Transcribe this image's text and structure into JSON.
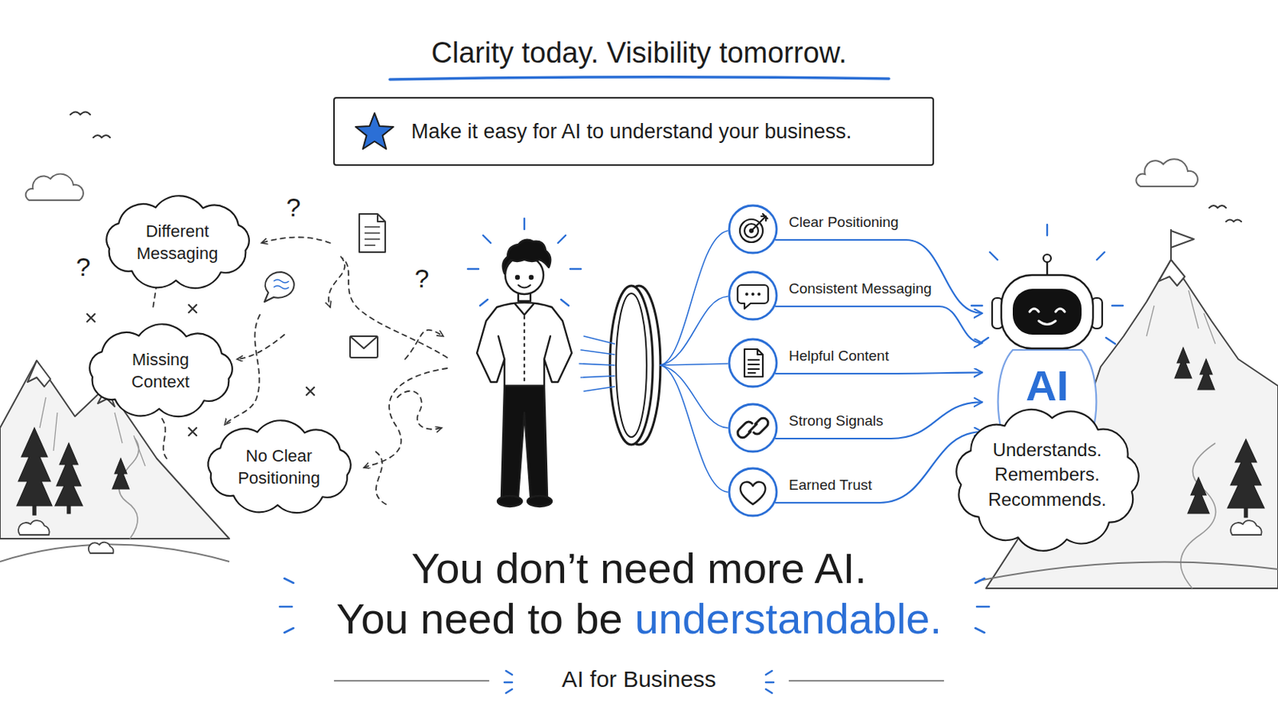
{
  "diagram": {
    "title": "Clarity today. Visibility tomorrow.",
    "caption": "AI for Business",
    "nodes": [
      {
        "text": [
          "Make it easy for AI to understand your business."
        ]
      },
      {
        "text": [
          "Different Messaging"
        ]
      },
      {
        "text": [
          "Missing Context"
        ]
      },
      {
        "text": [
          "No Clear Positioning"
        ]
      },
      {
        "text": [
          "Clear Positioning"
        ]
      },
      {
        "text": [
          "Consistent Messaging"
        ]
      },
      {
        "text": [
          "Helpful Content"
        ]
      },
      {
        "text": [
          "Strong Signals"
        ]
      },
      {
        "text": [
          "Earned Trust"
        ]
      },
      {
        "text": [
          "AI",
          "Understands. Remembers. Recommends."
        ]
      }
    ],
    "edges": [
      {
        "from": 4,
        "to": 9,
        "arrow": "to"
      },
      {
        "from": 5,
        "to": 9,
        "arrow": "to"
      },
      {
        "from": 6,
        "to": 9,
        "arrow": "to"
      },
      {
        "from": 7,
        "to": 9,
        "arrow": "to"
      },
      {
        "from": 8,
        "to": 9,
        "arrow": "to"
      }
    ],
    "labels": [
      "?",
      "?",
      "?",
      "You don’t need more AI.",
      "You need to be",
      "understandable."
    ]
  }
}
